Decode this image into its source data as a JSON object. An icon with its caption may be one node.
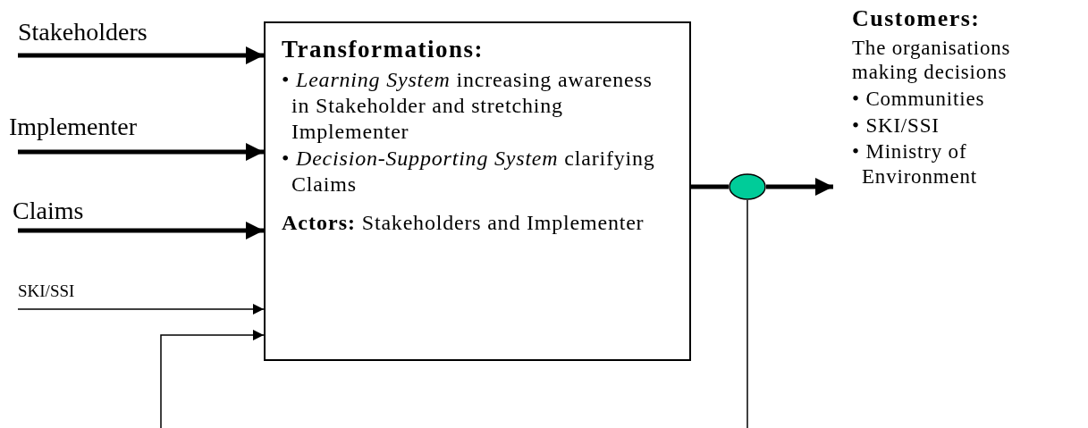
{
  "diagram": {
    "nodes": [
      {
        "text": [
          "Transformations:",
          "• *Learning System* increasing awareness in Stakeholder and stretching Implementer",
          "• *Decision-Supporting System* clarifying Claims",
          "**Actors:** Stakeholders and Implementer"
        ]
      },
      {
        "text": [],
        "shape": "circle"
      },
      {
        "text": [
          "Customers:",
          "The organisations making decisions",
          "• Communities",
          "• SKI/SSI",
          "• Ministry of Environment"
        ]
      }
    ],
    "edges": [
      {
        "from": null,
        "to": 0,
        "arrow": "to",
        "label": "Stakeholders"
      },
      {
        "from": null,
        "to": 0,
        "arrow": "to",
        "label": "Implementer"
      },
      {
        "from": null,
        "to": 0,
        "arrow": "to",
        "label": "Claims"
      },
      {
        "from": null,
        "to": 0,
        "arrow": "to",
        "label": "SKI/SSI"
      },
      {
        "from": null,
        "to": 0,
        "arrow": "to"
      },
      {
        "from": 0,
        "to": 1,
        "arrow": "none"
      },
      {
        "from": 1,
        "to": 2,
        "arrow": "to"
      },
      {
        "from": 1,
        "to": null,
        "arrow": "none"
      }
    ]
  }
}
